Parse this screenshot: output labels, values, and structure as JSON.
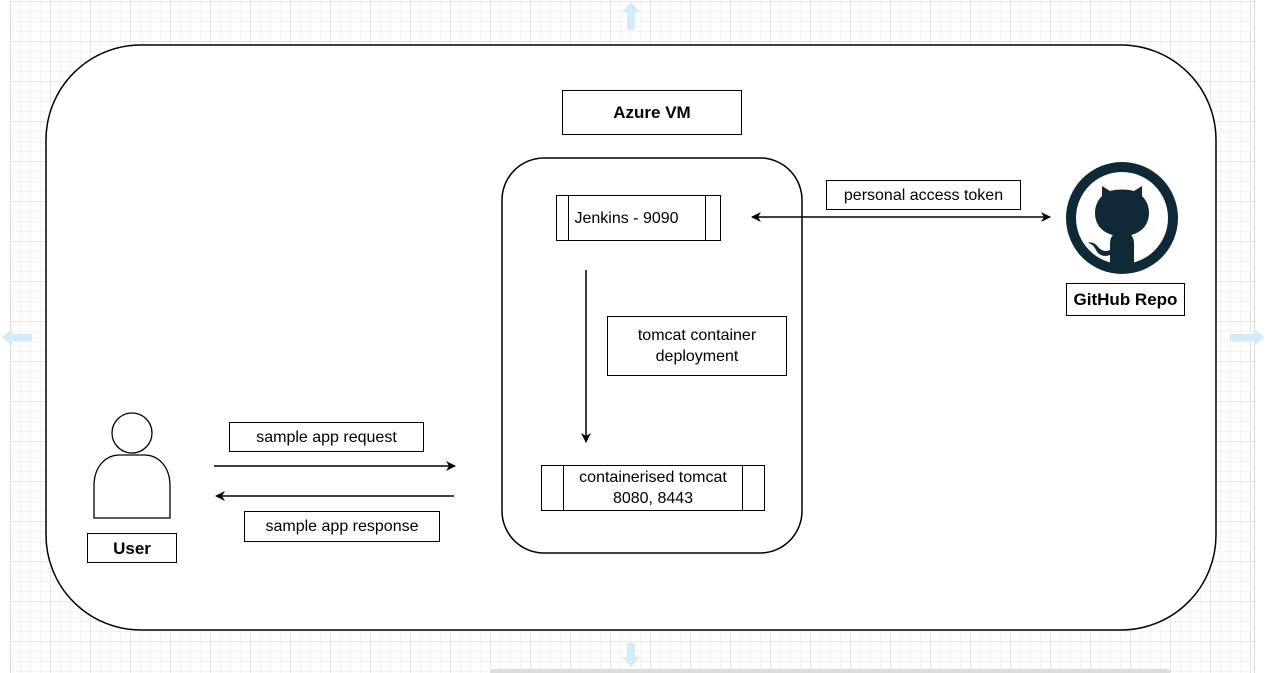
{
  "diagram": {
    "outer_boundary": "rounded-rectangle",
    "azure_vm_label": "Azure VM",
    "jenkins_label": "Jenkins - 9090",
    "tomcat_label": "containerised tomcat\n8080, 8443",
    "deployment_label": "tomcat  container\ndeployment",
    "token_label": "personal access token",
    "github_label": "GitHub Repo",
    "user_label": "User",
    "request_label": "sample app request",
    "response_label": "sample app response"
  },
  "colors": {
    "stroke": "#000000",
    "github_logo": "#0f2937",
    "guide_arrows": "#d3ecf9",
    "grid": "#e6e6e6"
  },
  "icons": {
    "github": "github-octocat-icon",
    "user": "user-actor-icon"
  }
}
